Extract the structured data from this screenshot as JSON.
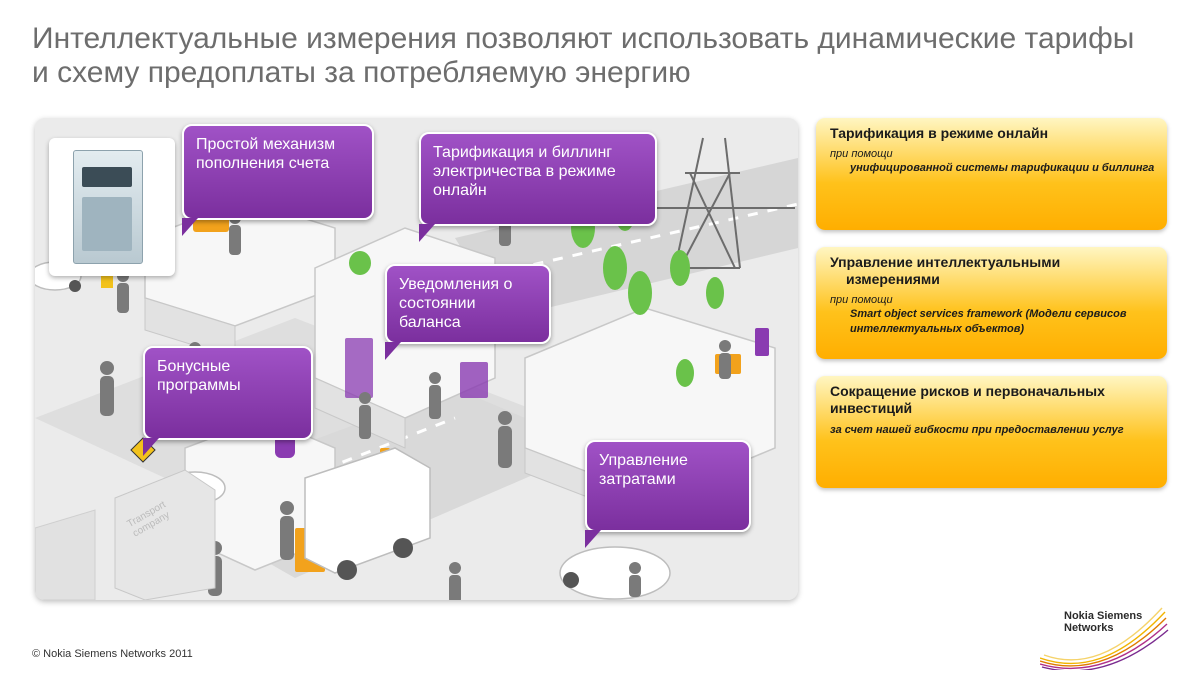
{
  "slide": {
    "title": "Интеллектуальные измерения позволяют использовать динамические тарифы и схему предоплаты за потребляемую энергию"
  },
  "callouts": {
    "topup": "Простой механизм пополнения счета",
    "billing": "Тарификация и биллинг электричества в режиме онлайн",
    "notify": "Уведомления о состоянии баланса",
    "bonus": "Бонусные программы",
    "costs": "Управление затратами"
  },
  "boxes": [
    {
      "title_line1": "Тарификация в режиме онлайн",
      "title_line2": "",
      "prefix": "при помощи",
      "text": "унифицированной системы тарификации и биллинга"
    },
    {
      "title_line1": "Управление интеллектуальными",
      "title_line2": "измерениями",
      "prefix": "при помощи",
      "text": "Smart object services framework (Модели сервисов интеллектуальных объектов)"
    },
    {
      "title_line1": "Сокращение рисков и первоначальных",
      "title_line2": "инвестиций",
      "prefix": "",
      "text": "за счет  нашей гибкости при предоставлении услуг"
    }
  ],
  "scene_labels": {
    "transport_company": "Transport company"
  },
  "footer": {
    "copyright": "© Nokia Siemens Networks 2011",
    "logo_line1": "Nokia Siemens",
    "logo_line2": "Networks"
  },
  "colors": {
    "callout_purple": "#8a3bb1",
    "box_orange": "#ffb800",
    "title_gray": "#6d6d6d"
  }
}
